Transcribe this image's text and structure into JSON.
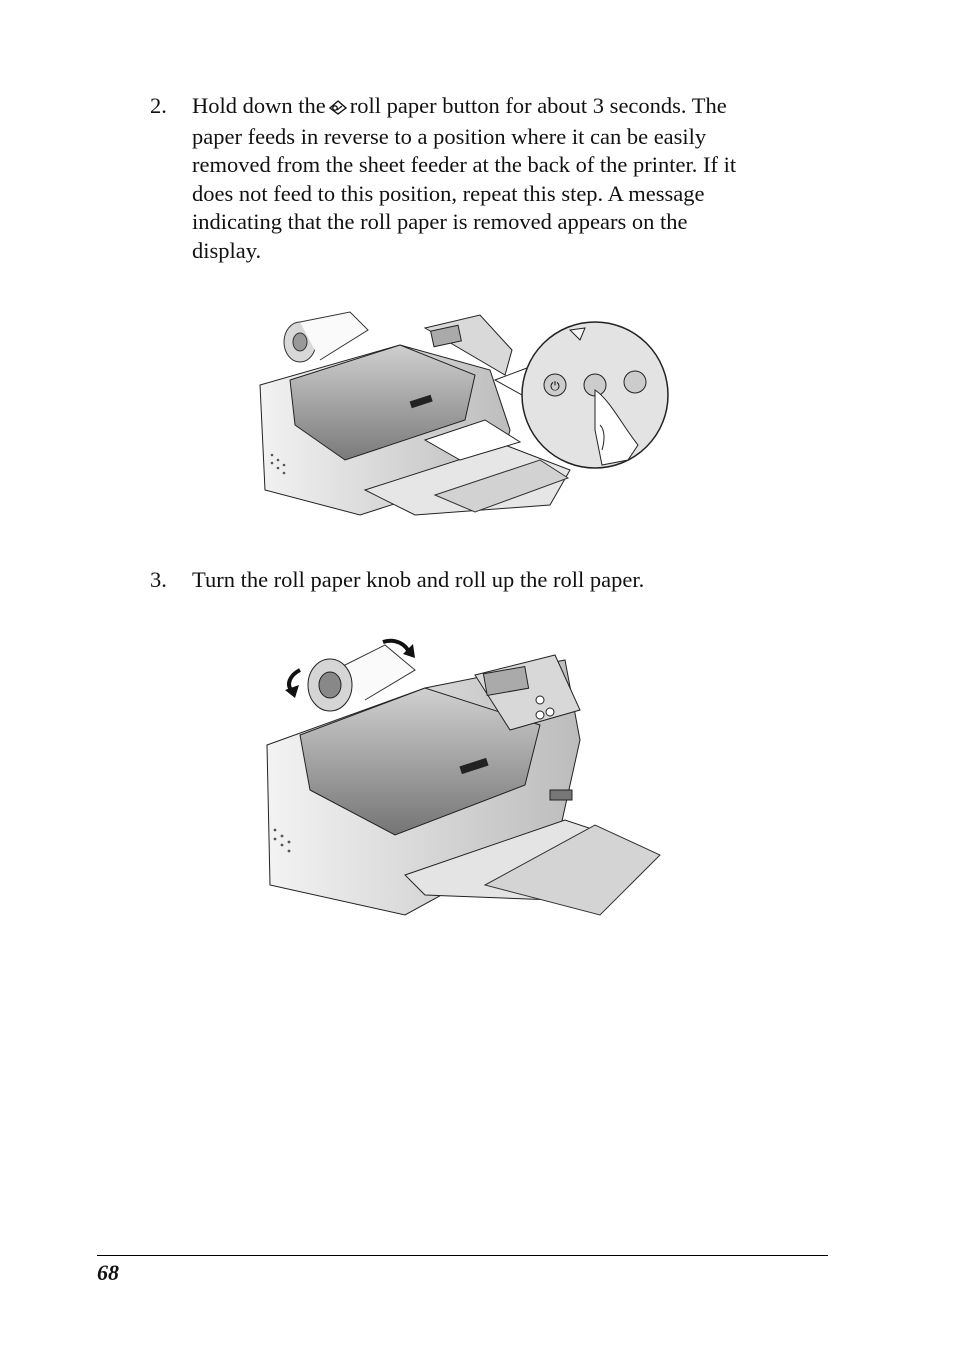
{
  "step2": {
    "number": "2.",
    "lines": [
      {
        "before": "Hold down the",
        "after": "roll paper button for about 3 seconds. The"
      },
      "paper feeds in reverse to a position where it can be easily",
      "removed from the sheet feeder at the back of the printer. If it",
      "does not feed to this position, repeat this step. A message",
      "indicating that the roll paper is removed appears on the",
      "display."
    ],
    "icon": "roll-paper-icon"
  },
  "step3": {
    "number": "3.",
    "text": "Turn the roll paper knob and roll up the roll paper."
  },
  "figures": {
    "figure1": "printer-with-button-closeup-illustration",
    "figure2": "printer-roll-knob-illustration"
  },
  "footer": {
    "page_number": "68"
  }
}
